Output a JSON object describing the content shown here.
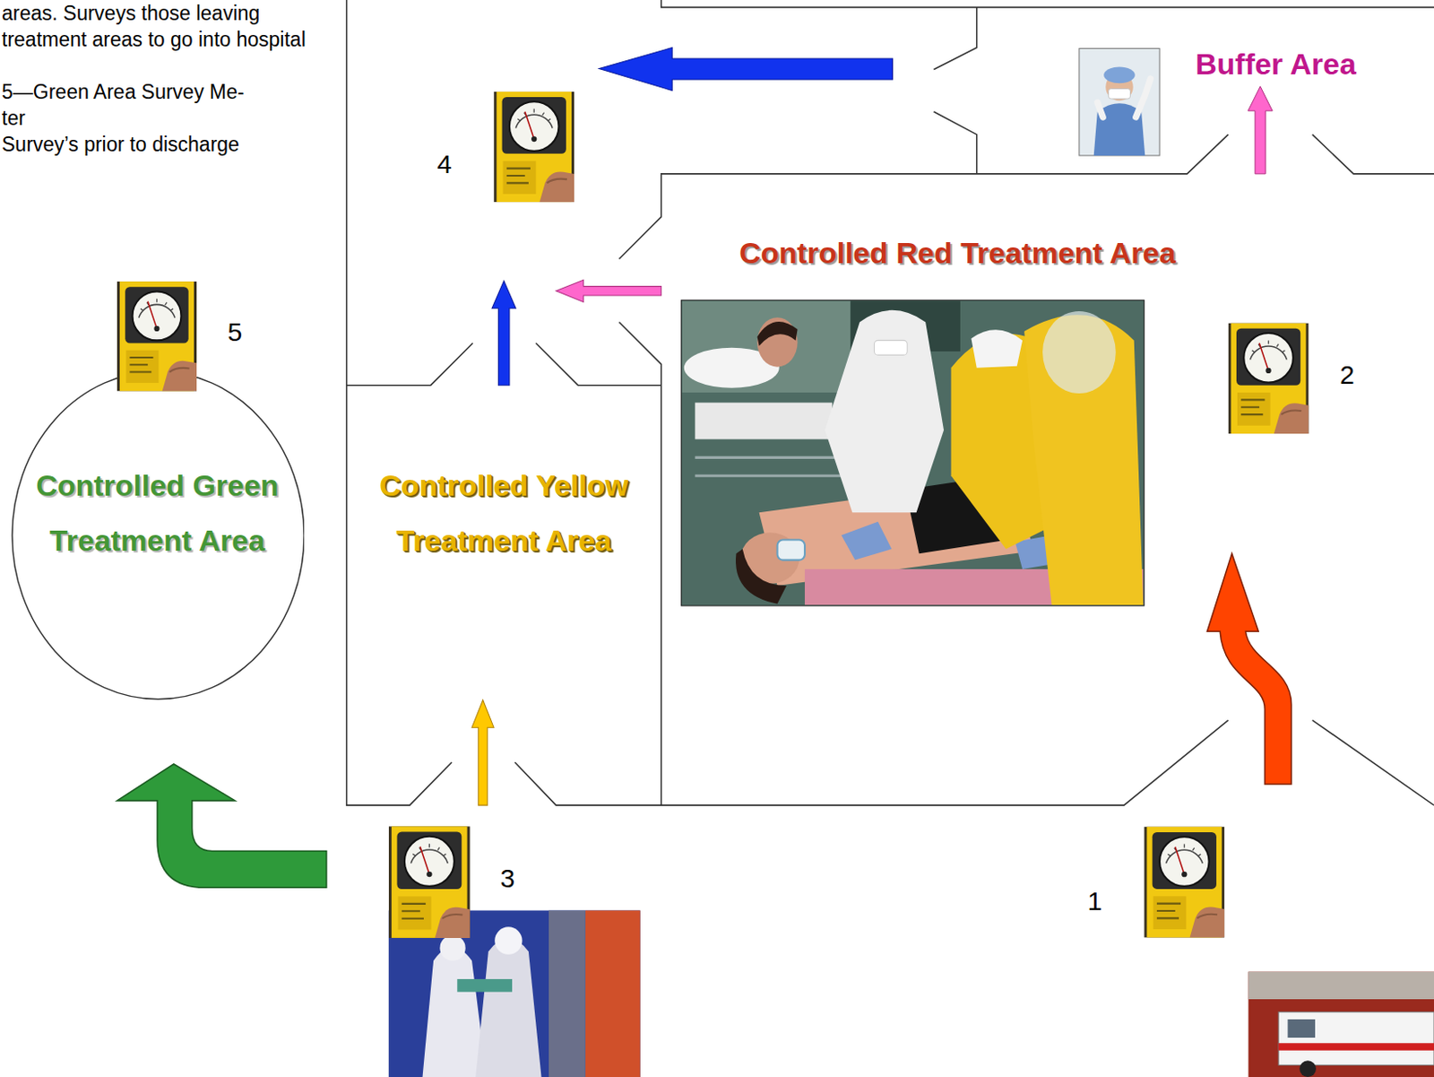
{
  "diagram": {
    "nodes": [
      {
        "text": [
          "Buffer Area"
        ]
      },
      {
        "text": [
          "Controlled Red Treatment Area"
        ]
      },
      {
        "text": [
          "Controlled Green Treatment Area"
        ]
      },
      {
        "text": [
          "Controlled Yellow Treatment Area"
        ]
      }
    ],
    "edges": [
      {
        "from": 1,
        "to": 0,
        "arrow": "to"
      }
    ],
    "labels": [
      "areas. Surveys those leaving treatment areas to go into hospital",
      "5—Green Area Survey Me- ter",
      "Survey’s prior to discharge",
      "4",
      "5",
      "2",
      "3",
      "1"
    ]
  }
}
